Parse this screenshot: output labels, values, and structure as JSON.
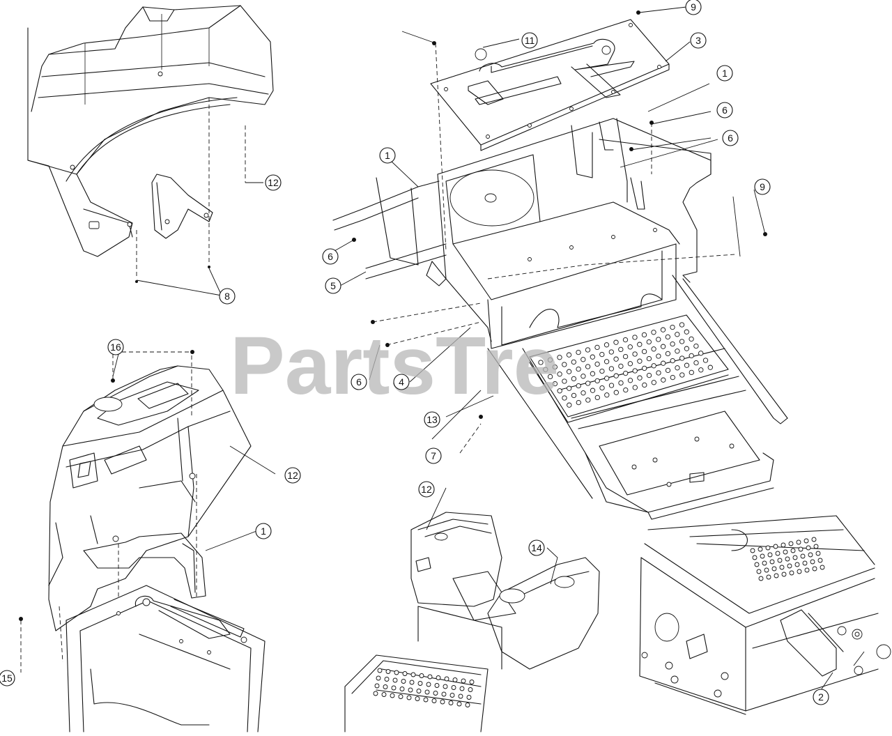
{
  "watermark": "PartsTre",
  "callouts": [
    "9",
    "11",
    "3",
    "1",
    "6",
    "6",
    "12",
    "9",
    "1",
    "6",
    "5",
    "8",
    "16",
    "6",
    "4",
    "13",
    "12",
    "7",
    "1",
    "12",
    "14",
    "15",
    "2"
  ]
}
